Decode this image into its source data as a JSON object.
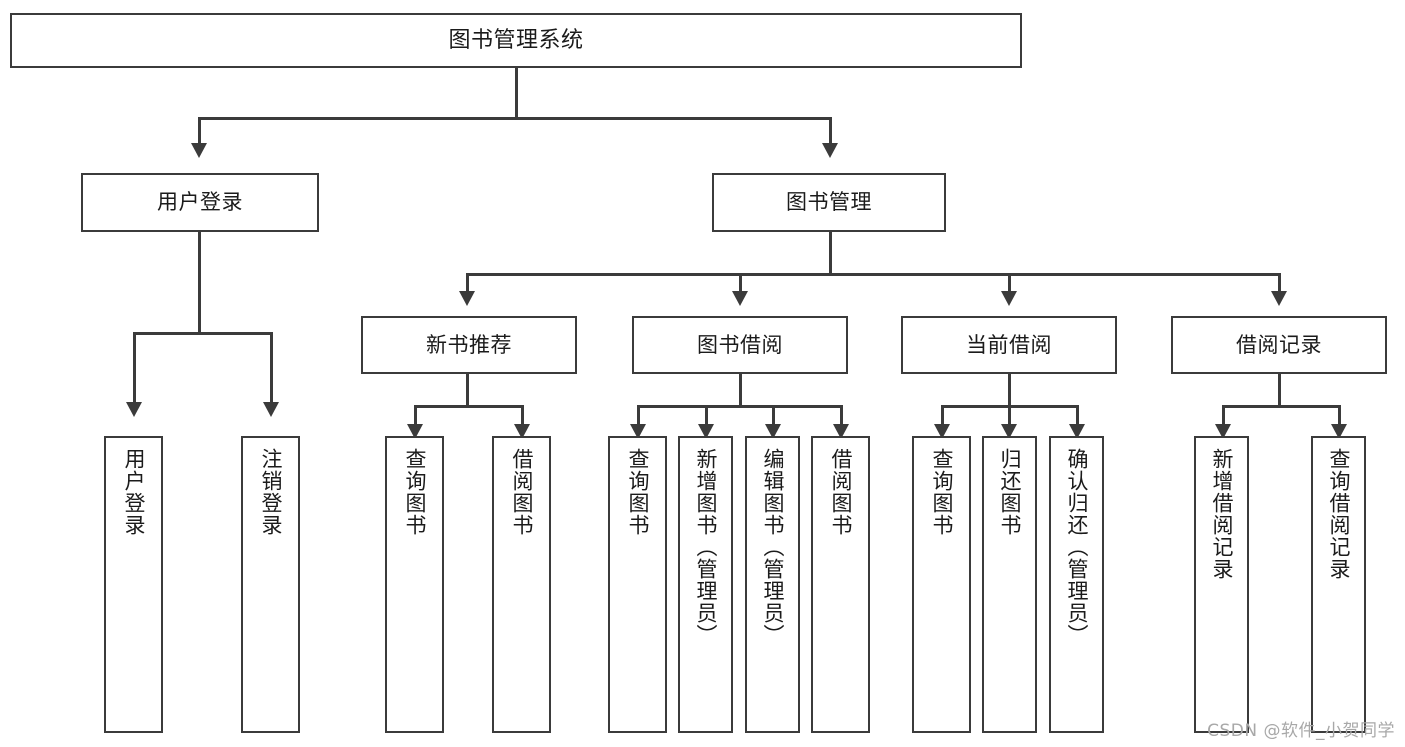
{
  "diagram": {
    "title": "图书管理系统",
    "watermark": "CSDN @软件_小贺同学",
    "colors": {
      "background": "#ffffff",
      "stroke": "#3b3b3b",
      "text": "#1b1b1b",
      "watermark": "#a8a8a8"
    },
    "root": {
      "label": "图书管理系统"
    },
    "level2": [
      {
        "label": "用户登录"
      },
      {
        "label": "图书管理"
      }
    ],
    "level3": [
      {
        "label": "新书推荐"
      },
      {
        "label": "图书借阅"
      },
      {
        "label": "当前借阅"
      },
      {
        "label": "借阅记录"
      }
    ],
    "leaves": [
      {
        "label": "用户登录",
        "parent": "用户登录"
      },
      {
        "label": "注销登录",
        "parent": "用户登录"
      },
      {
        "label": "查询图书",
        "parent": "新书推荐"
      },
      {
        "label": "借阅图书",
        "parent": "新书推荐"
      },
      {
        "label": "查询图书",
        "parent": "图书借阅"
      },
      {
        "label": "新增图书（管理员）",
        "parent": "图书借阅"
      },
      {
        "label": "编辑图书（管理员）",
        "parent": "图书借阅"
      },
      {
        "label": "借阅图书",
        "parent": "图书借阅"
      },
      {
        "label": "查询图书",
        "parent": "当前借阅"
      },
      {
        "label": "归还图书",
        "parent": "当前借阅"
      },
      {
        "label": "确认归还（管理员）",
        "parent": "当前借阅"
      },
      {
        "label": "新增借阅记录",
        "parent": "借阅记录"
      },
      {
        "label": "查询借阅记录",
        "parent": "借阅记录"
      }
    ]
  }
}
